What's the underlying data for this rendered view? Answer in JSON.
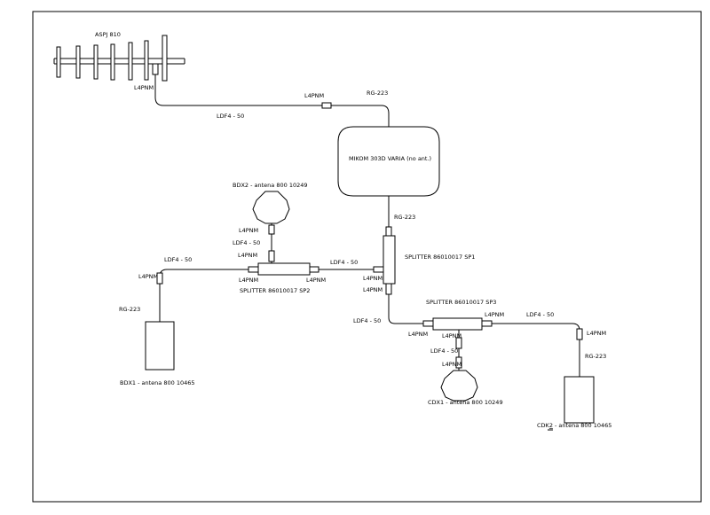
{
  "antenna_top": {
    "label": "ASPJ 810",
    "connector": "L4PNM"
  },
  "feed": {
    "connector": "L4PNM",
    "rg_label": "RG-223",
    "cable_label": "LDF4 - 50"
  },
  "repeater": {
    "label": "MIKOM 303D VARIA (no ant.)",
    "rg_out": "RG-223"
  },
  "sp1": {
    "label": "SPLITTER 86010017  SP1",
    "connector_left": "L4PNM",
    "connector_bottom": "L4PNM"
  },
  "sp2": {
    "label": "SPLITTER 86010017    SP2",
    "connector_left": "L4PNM",
    "connector_right": "L4PNM",
    "cable_right": "LDF4 - 50",
    "cable_left": "LDF4 - 50"
  },
  "sp3": {
    "label": "SPLITTER 86010017    SP3",
    "connector_left": "L4PNM",
    "connector_right": "L4PNM",
    "connector_bottom": "L4PNM",
    "cable_in": "LDF4 - 50",
    "cable_right": "LDF4 - 50"
  },
  "bdx2": {
    "label": "BDX2 - antena 800 10249",
    "connector": "L4PNM",
    "cable": "LDF4 - 50",
    "connector_lower": "L4PNM"
  },
  "bdx1": {
    "label": "BDX1 - antena 800 10465",
    "connector": "L4PNM",
    "rg": "RG-223"
  },
  "cdx1": {
    "label": "CDX1 - antena 800 10249",
    "cable": "LDF4 - 50",
    "connector": "L4PNM"
  },
  "cdk2": {
    "label_prefix": "CDK",
    "label_underlined": "2",
    "label_suffix": " - antena 800 10465",
    "connector": "L4PNM",
    "rg": "RG-223"
  }
}
